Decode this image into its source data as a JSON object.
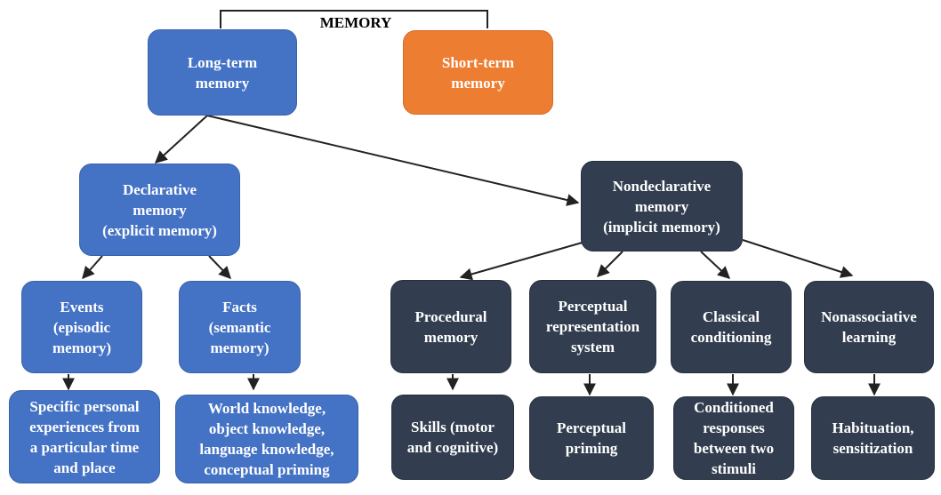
{
  "diagram": {
    "root": "MEMORY",
    "nodes": {
      "long_term": "Long-term\nmemory",
      "short_term": "Short-term\nmemory",
      "declarative": "Declarative\nmemory\n(explicit memory)",
      "nondeclarative": "Nondeclarative\nmemory\n(implicit memory)",
      "events": "Events\n(episodic\nmemory)",
      "facts": "Facts\n(semantic\nmemory)",
      "procedural": "Procedural\nmemory",
      "perceptual_rep": "Perceptual\nrepresentation\nsystem",
      "classical": "Classical\nconditioning",
      "nonassociative": "Nonassociative\nlearning",
      "specific_personal": "Specific personal\nexperiences from\na particular time\nand place",
      "world_knowledge": "World knowledge,\nobject knowledge,\nlanguage knowledge,\nconceptual priming",
      "skills": "Skills (motor\nand cognitive)",
      "perceptual_priming": "Perceptual\npriming",
      "conditioned": "Conditioned\nresponses\nbetween two\nstimuli",
      "habituation": "Habituation,\nsensitization"
    },
    "colors": {
      "long_term_branch": "#4472c4",
      "short_term": "#ed7d31",
      "nondeclarative_branch": "#323e4f"
    }
  }
}
